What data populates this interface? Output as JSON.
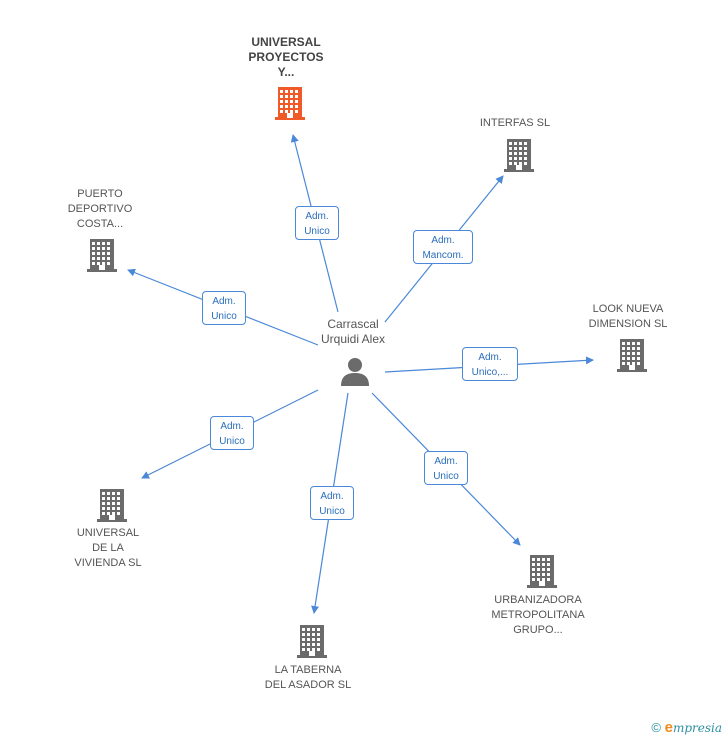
{
  "center": {
    "label": "Carrascal\nUrquidi Alex",
    "icon": "person-icon"
  },
  "colors": {
    "edge": "#4a88d8",
    "building": "#6b6b6b",
    "highlight": "#f05a28"
  },
  "nodes": [
    {
      "id": "universal-proyectos",
      "label": "UNIVERSAL\nPROYECTOS\nY...",
      "highlight": true,
      "edge_label": "Adm.\nUnico"
    },
    {
      "id": "interfas",
      "label": "INTERFAS  SL",
      "highlight": false,
      "edge_label": "Adm.\nMancom."
    },
    {
      "id": "puerto-deportivo",
      "label": "PUERTO\nDEPORTIVO\nCOSTA...",
      "highlight": false,
      "edge_label": "Adm.\nUnico"
    },
    {
      "id": "look-nueva",
      "label": "LOOK NUEVA\nDIMENSION SL",
      "highlight": false,
      "edge_label": "Adm.\nUnico,..."
    },
    {
      "id": "universal-vivienda",
      "label": "UNIVERSAL\nDE LA\nVIVIENDA  SL",
      "highlight": false,
      "edge_label": "Adm.\nUnico"
    },
    {
      "id": "la-taberna",
      "label": "LA TABERNA\nDEL ASADOR SL",
      "highlight": false,
      "edge_label": "Adm.\nUnico"
    },
    {
      "id": "urbanizadora",
      "label": "URBANIZADORA\nMETROPOLITANA\nGRUPO...",
      "highlight": false,
      "edge_label": "Adm.\nUnico"
    }
  ],
  "footer": {
    "copyright_symbol": "©",
    "brand_initial": "e",
    "brand_rest": "mpresia"
  }
}
